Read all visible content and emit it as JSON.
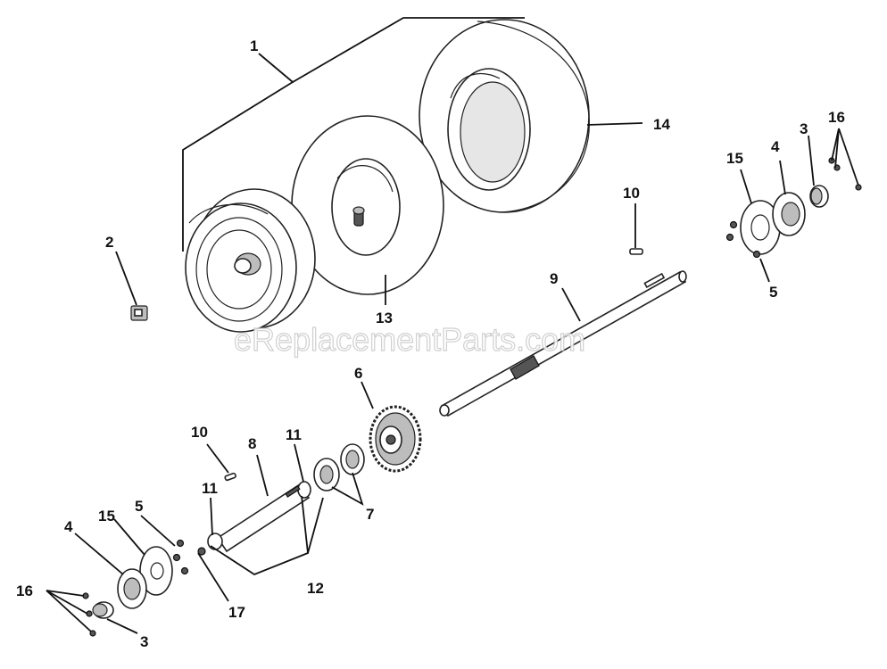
{
  "watermark": "eReplacementParts.com",
  "callouts": [
    {
      "id": "c1",
      "text": "1"
    },
    {
      "id": "c2",
      "text": "2"
    },
    {
      "id": "c13",
      "text": "13"
    },
    {
      "id": "c14",
      "text": "14"
    },
    {
      "id": "c10a",
      "text": "10"
    },
    {
      "id": "c9",
      "text": "9"
    },
    {
      "id": "c15a",
      "text": "15"
    },
    {
      "id": "c4a",
      "text": "4"
    },
    {
      "id": "c3a",
      "text": "3"
    },
    {
      "id": "c16a",
      "text": "16"
    },
    {
      "id": "c5a",
      "text": "5"
    },
    {
      "id": "c6",
      "text": "6"
    },
    {
      "id": "c10b",
      "text": "10"
    },
    {
      "id": "c8",
      "text": "8"
    },
    {
      "id": "c11a",
      "text": "11"
    },
    {
      "id": "c11b",
      "text": "11"
    },
    {
      "id": "c7",
      "text": "7"
    },
    {
      "id": "c5b",
      "text": "5"
    },
    {
      "id": "c15b",
      "text": "15"
    },
    {
      "id": "c4b",
      "text": "4"
    },
    {
      "id": "c16b",
      "text": "16"
    },
    {
      "id": "c3b",
      "text": "3"
    },
    {
      "id": "c12",
      "text": "12"
    },
    {
      "id": "c17",
      "text": "17"
    }
  ]
}
